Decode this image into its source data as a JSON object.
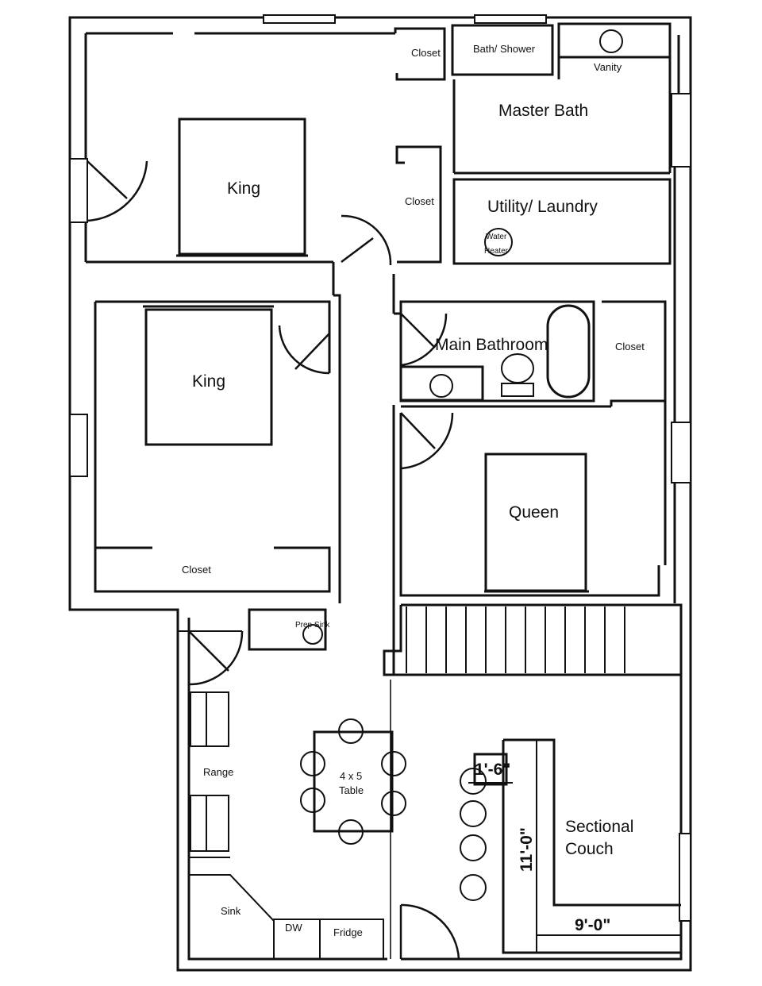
{
  "rooms": {
    "closet_top": "Closet",
    "bath_shower": "Bath/ Shower",
    "vanity": "Vanity",
    "master_bath": "Master Bath",
    "king_top": "King",
    "closet_mid": "Closet",
    "utility_laundry": "Utility/ Laundry",
    "water_heater_line1": "Water",
    "water_heater_line2": "Heater",
    "king_left": "King",
    "closet_left": "Closet",
    "main_bathroom": "Main Bathroom",
    "closet_right": "Closet",
    "queen": "Queen",
    "prep_sink": "Prep Sink",
    "range": "Range",
    "table_line1": "4 x 5",
    "table_line2": "Table",
    "sink": "Sink",
    "dw": "DW",
    "fridge": "Fridge",
    "sectional_line1": "Sectional",
    "sectional_line2": "Couch"
  },
  "dimensions": {
    "small": "1'-6\"",
    "vertical": "11'-0\"",
    "horizontal": "9'-0\""
  }
}
